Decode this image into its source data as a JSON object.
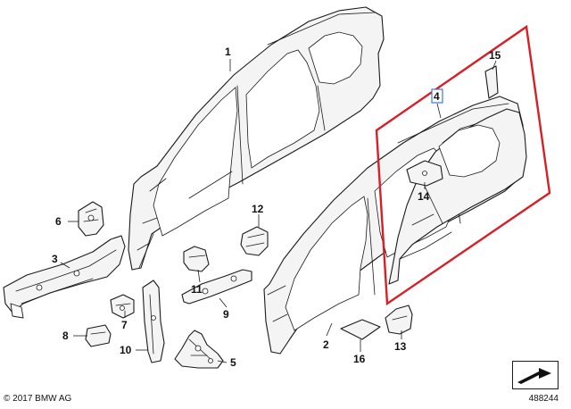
{
  "diagram": {
    "callouts": [
      {
        "id": "1",
        "label": "1"
      },
      {
        "id": "2",
        "label": "2"
      },
      {
        "id": "3",
        "label": "3"
      },
      {
        "id": "4",
        "label": "4"
      },
      {
        "id": "5",
        "label": "5"
      },
      {
        "id": "6",
        "label": "6"
      },
      {
        "id": "7",
        "label": "7"
      },
      {
        "id": "8",
        "label": "8"
      },
      {
        "id": "9",
        "label": "9"
      },
      {
        "id": "10",
        "label": "10"
      },
      {
        "id": "11",
        "label": "11"
      },
      {
        "id": "12",
        "label": "12"
      },
      {
        "id": "13",
        "label": "13"
      },
      {
        "id": "14",
        "label": "14"
      },
      {
        "id": "15",
        "label": "15"
      },
      {
        "id": "16",
        "label": "16"
      }
    ],
    "highlight_color": "#d81f26",
    "highlighted_callout": "4"
  },
  "footer": {
    "copyright": "© 2017 BMW AG",
    "reference": "488244"
  },
  "icons": {
    "nav": "arrow-to-vehicle-icon"
  }
}
